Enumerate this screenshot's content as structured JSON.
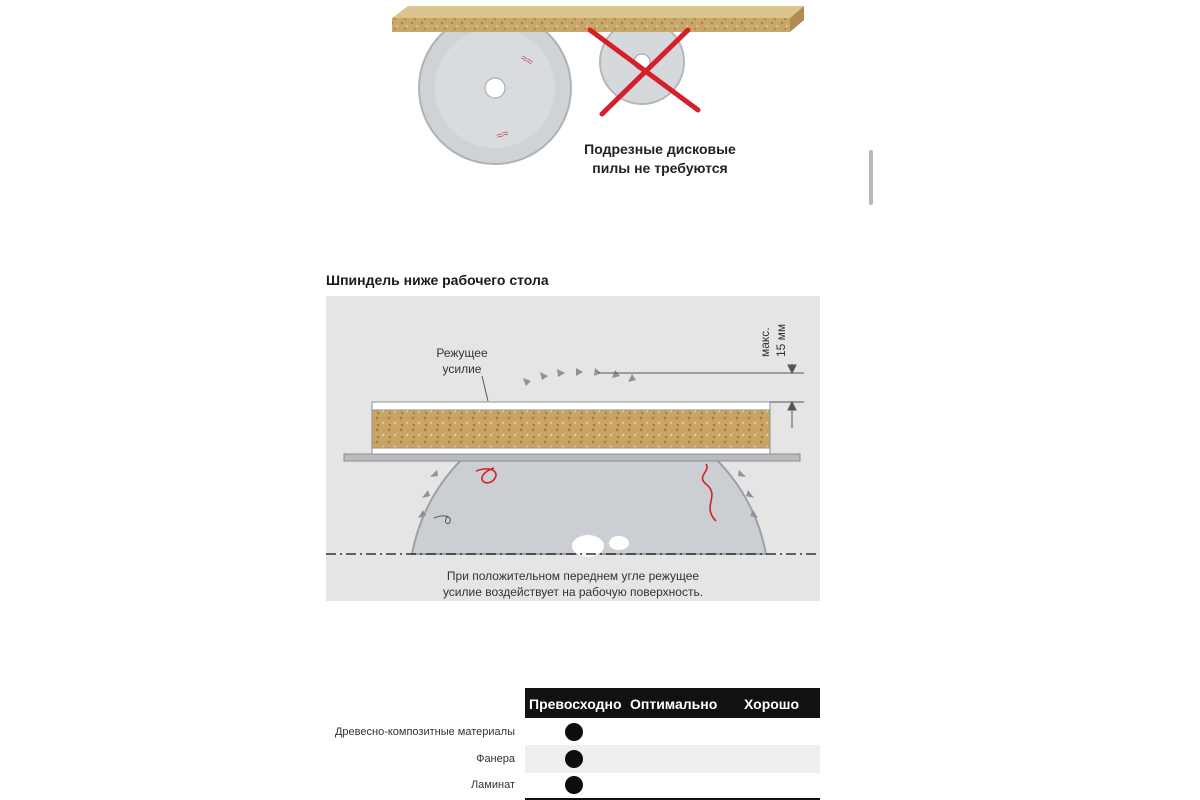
{
  "top": {
    "caption_line1": "Подрезные дисковые",
    "caption_line2": "пилы не требуются"
  },
  "spindle": {
    "heading": "Шпиндель ниже рабочего стола",
    "cut_label_line1": "Режущее",
    "cut_label_line2": "усилие",
    "max_label_line1": "макс.",
    "max_label_line2": "15 мм",
    "note_line1": "При положительном переднем угле режущее",
    "note_line2": "усилие воздействует на рабочую поверхность."
  },
  "table": {
    "headers": [
      "Превосходно",
      "Оптимально",
      "Хорошо"
    ],
    "rows": [
      {
        "label": "Древесно-композитные материалы",
        "rating": "Превосходно"
      },
      {
        "label": "Фанера",
        "rating": "Превосходно"
      },
      {
        "label": "Ламинат",
        "rating": "Превосходно"
      }
    ]
  },
  "colors": {
    "accent_red": "#d51f2a",
    "board_fill": "#c9a76a",
    "blade_gray": "#cfd3d6",
    "panel_gray": "#e5e5e5"
  },
  "icons": {
    "cross": "cross-icon"
  }
}
